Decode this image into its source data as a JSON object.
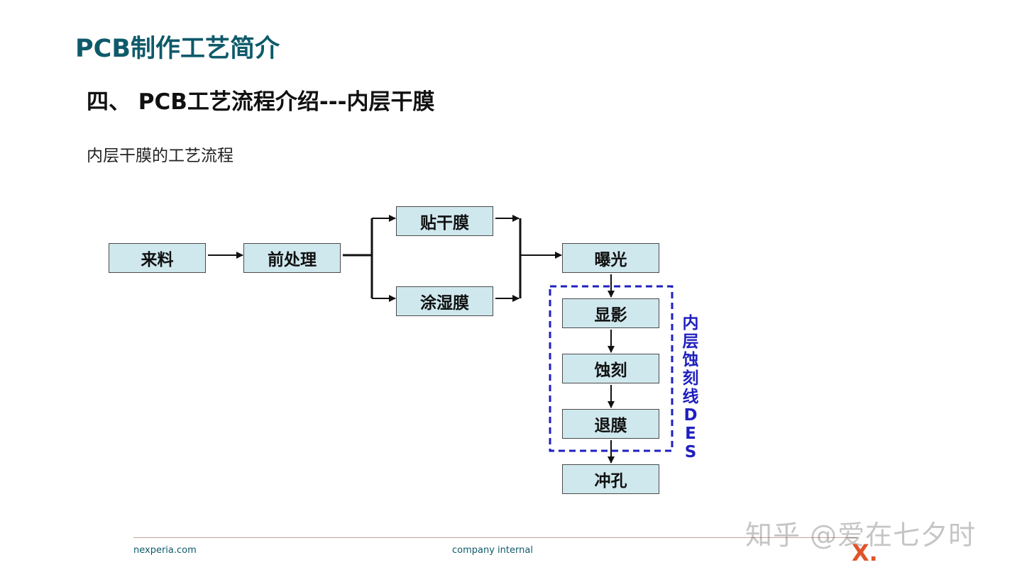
{
  "slide": {
    "title": "PCB制作工艺简介",
    "section_title": "四、 PCB工艺流程介绍---内层干膜",
    "subtitle": "内层干膜的工艺流程"
  },
  "flow": {
    "nodes": {
      "incoming": "来料",
      "pretreat": "前处理",
      "dry_film": "贴干膜",
      "wet_film": "涂湿膜",
      "exposure": "曝光",
      "develop": "显影",
      "etch": "蚀刻",
      "strip": "退膜",
      "punch": "冲孔"
    },
    "des_group_label": [
      "内",
      "层",
      "蚀",
      "刻",
      "线",
      "D",
      "E",
      "S"
    ],
    "box_fill": "#cfe8ee",
    "des_border_color": "#1f1fbf"
  },
  "footer": {
    "website": "nexperia.com",
    "classification": "company internal",
    "logo_text": "X."
  },
  "watermark": "知乎 @爱在七夕时"
}
